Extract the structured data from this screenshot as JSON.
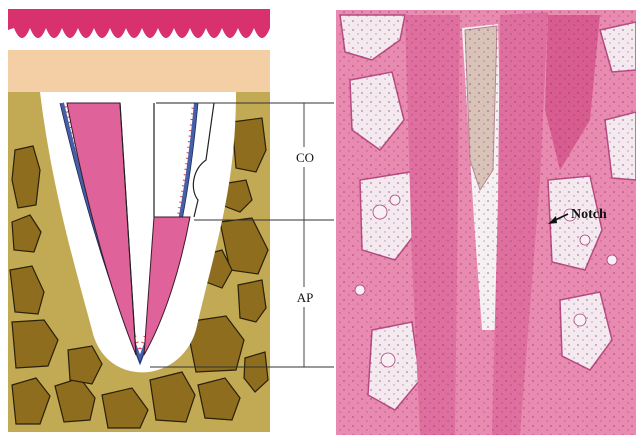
{
  "labels": {
    "co": "CO",
    "ap": "AP",
    "notch": "Notch"
  },
  "colors": {
    "gingiva": "#d9306e",
    "connective_tissue": "#f4cfa6",
    "bone": "#c2aa55",
    "bone_particle": "#8e6e1e",
    "implant": "#e0629a",
    "membrane": "#465fa8",
    "fibers": "#e53a3a",
    "histology_bg": "#e98bb0"
  }
}
